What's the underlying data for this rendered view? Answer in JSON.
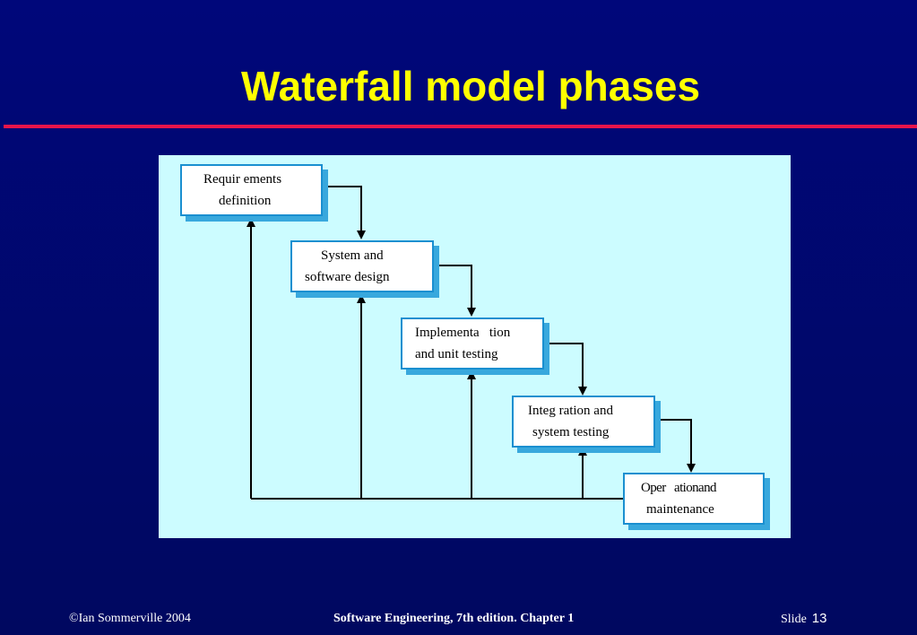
{
  "slide": {
    "title": "Waterfall model phases"
  },
  "diagram": {
    "phases": [
      {
        "line1": "Requir ements",
        "line2": "definition"
      },
      {
        "line1": "System and",
        "line2": "software design"
      },
      {
        "line1": "Implementa   tion",
        "line2": "and unit testing"
      },
      {
        "line1": "Integ ration and",
        "line2": "system testing"
      },
      {
        "line1": "Oper   ationand",
        "line2": "maintenance"
      }
    ]
  },
  "footer": {
    "copyright": "©Ian Sommerville 2004",
    "book": "Software Engineering, 7th edition. Chapter 1",
    "slide_label": "Slide",
    "slide_number": "13"
  }
}
